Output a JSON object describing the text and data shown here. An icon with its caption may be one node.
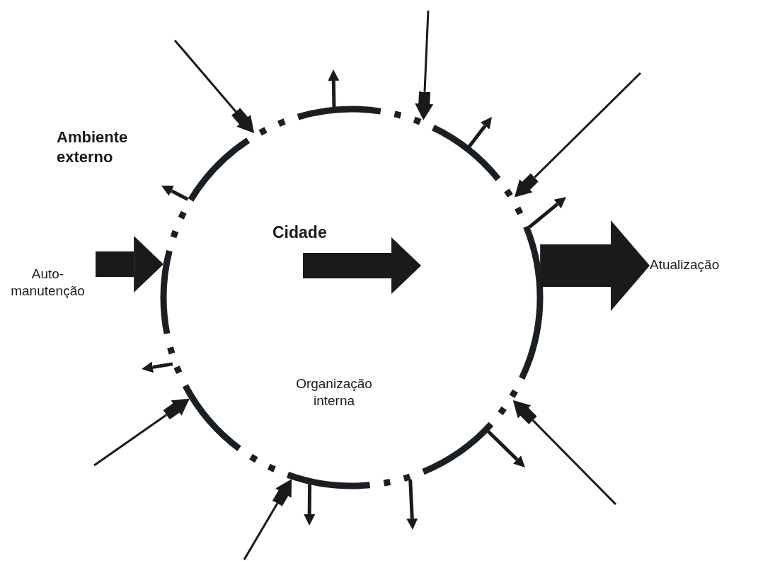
{
  "diagram": {
    "nodes": [
      {
        "text": [
          "Cidade",
          "Organização interna"
        ]
      },
      {
        "text": [
          "Auto-manutenção"
        ]
      },
      {
        "text": [
          "Atualização"
        ]
      }
    ],
    "edges": [
      {
        "from": 1,
        "to": 0,
        "arrow": "to",
        "style": "thick"
      },
      {
        "from": 0,
        "to": 2,
        "arrow": "to",
        "style": "thick"
      },
      {
        "from": null,
        "to": 0,
        "arrow": "to"
      },
      {
        "from": null,
        "to": 0,
        "arrow": "to"
      },
      {
        "from": null,
        "to": 0,
        "arrow": "to"
      },
      {
        "from": null,
        "to": 0,
        "arrow": "to"
      },
      {
        "from": null,
        "to": 0,
        "arrow": "to"
      },
      {
        "from": null,
        "to": 0,
        "arrow": "to"
      },
      {
        "from": 0,
        "to": null,
        "arrow": "to"
      },
      {
        "from": 0,
        "to": null,
        "arrow": "to"
      },
      {
        "from": 0,
        "to": null,
        "arrow": "to"
      },
      {
        "from": 0,
        "to": null,
        "arrow": "to"
      },
      {
        "from": 0,
        "to": null,
        "arrow": "to"
      },
      {
        "from": 0,
        "to": null,
        "arrow": "to"
      },
      {
        "from": 0,
        "to": null,
        "arrow": "to"
      },
      {
        "from": 0,
        "to": null,
        "arrow": "to"
      }
    ],
    "labels": [
      "Ambiente externo"
    ]
  }
}
